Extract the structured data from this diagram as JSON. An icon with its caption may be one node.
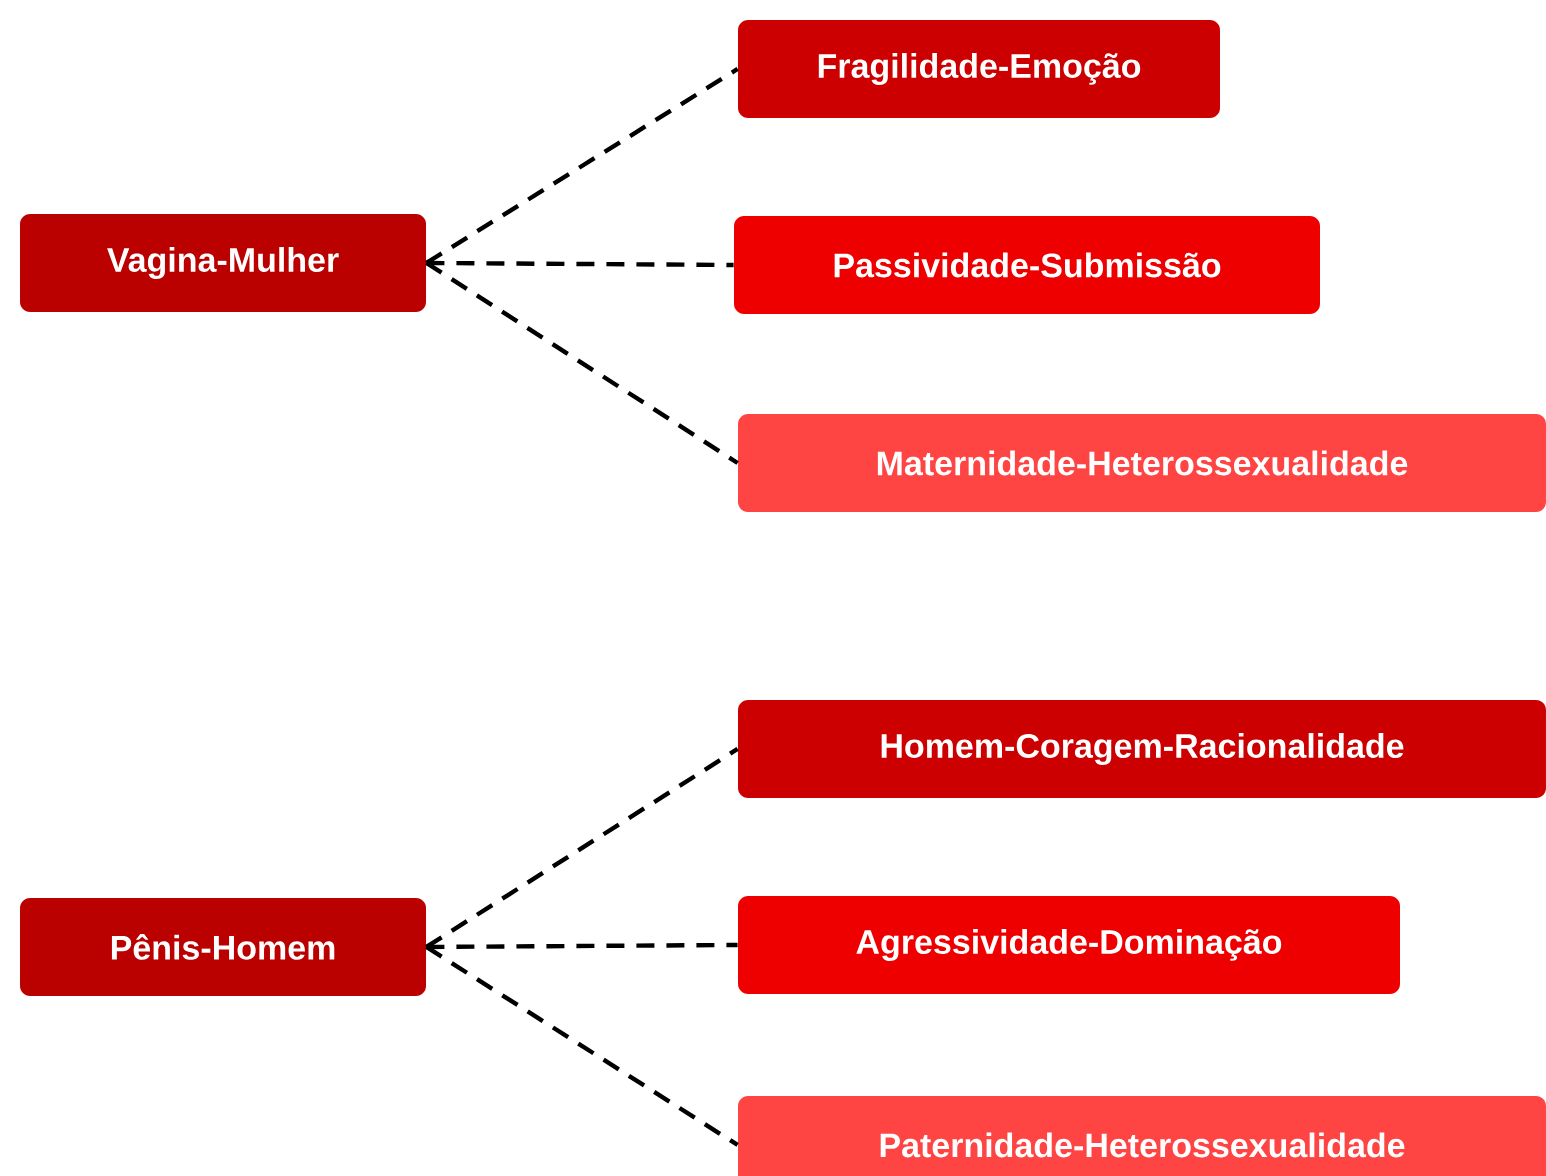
{
  "diagram": {
    "nodes": [
      {
        "text": [
          "Vagina-Mulher"
        ]
      },
      {
        "text": [
          "Fragilidade-Emoção"
        ]
      },
      {
        "text": [
          "Passividade-Submissão"
        ]
      },
      {
        "text": [
          "Maternidade-Heterossexualidade"
        ]
      },
      {
        "text": [
          "Pênis-Homem"
        ]
      },
      {
        "text": [
          "Homem-Coragem-Racionalidade"
        ]
      },
      {
        "text": [
          "Agressividade-Dominação"
        ]
      },
      {
        "text": [
          "Paternidade-Heterossexualidade"
        ]
      }
    ],
    "edges": [
      {
        "from": 0,
        "to": 1,
        "arrow": "none",
        "style": "dashed"
      },
      {
        "from": 0,
        "to": 2,
        "arrow": "none",
        "style": "dashed"
      },
      {
        "from": 0,
        "to": 3,
        "arrow": "none",
        "style": "dashed"
      },
      {
        "from": 4,
        "to": 5,
        "arrow": "none",
        "style": "dashed"
      },
      {
        "from": 4,
        "to": 6,
        "arrow": "none",
        "style": "dashed"
      },
      {
        "from": 4,
        "to": 7,
        "arrow": "none",
        "style": "dashed"
      }
    ]
  }
}
